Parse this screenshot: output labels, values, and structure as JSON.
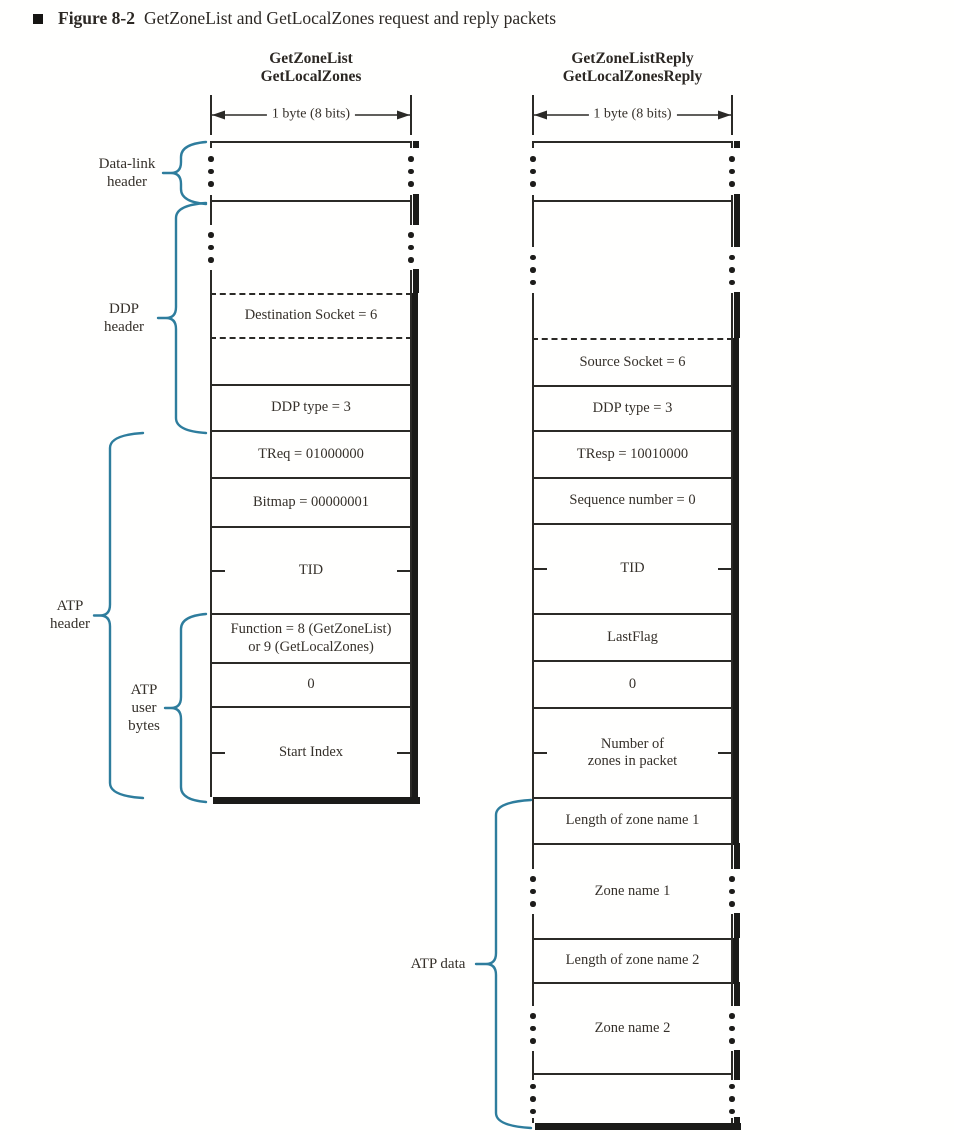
{
  "figure": {
    "label": "Figure 8-2",
    "caption": "GetZoneList and GetLocalZones request and reply packets"
  },
  "colors": {
    "brace": "#2e7d9d",
    "line": "#2b2a27",
    "text": "#35302a",
    "shadow": "#1b1b19"
  },
  "request_packet": {
    "title_line1": "GetZoneList",
    "title_line2": "GetLocalZones",
    "byte_label": "1 byte (8 bits)",
    "segments": [
      {
        "type": "var",
        "h": 57,
        "top": "none",
        "label": []
      },
      {
        "type": "var",
        "h": 93,
        "top": "solid",
        "label": []
      },
      {
        "type": "field",
        "h": 44,
        "top": "dashed",
        "label": [
          "Destination Socket = 6"
        ]
      },
      {
        "type": "field",
        "h": 47,
        "top": "dashed",
        "label": []
      },
      {
        "type": "field",
        "h": 46,
        "top": "solid",
        "label": [
          "DDP type = 3"
        ]
      },
      {
        "type": "field",
        "h": 47,
        "top": "solid",
        "label": [
          "TReq = 01000000"
        ]
      },
      {
        "type": "field",
        "h": 49,
        "top": "solid",
        "label": [
          "Bitmap = 00000001"
        ]
      },
      {
        "type": "field",
        "h": 87,
        "top": "solid",
        "ticks": true,
        "label": [
          "TID"
        ]
      },
      {
        "type": "field",
        "h": 49,
        "top": "solid",
        "label": [
          "Function = 8 (GetZoneList)",
          "or 9 (GetLocalZones)"
        ]
      },
      {
        "type": "field",
        "h": 44,
        "top": "solid",
        "label": [
          "0"
        ]
      },
      {
        "type": "field",
        "h": 91,
        "top": "solid",
        "ticks": true,
        "label": [
          "Start Index"
        ]
      }
    ]
  },
  "reply_packet": {
    "title_line1": "GetZoneListReply",
    "title_line2": "GetLocalZonesReply",
    "byte_label": "1 byte (8 bits)",
    "segments": [
      {
        "type": "var",
        "h": 57,
        "top": "none",
        "label": []
      },
      {
        "type": "var",
        "h": 138,
        "top": "solid",
        "label": []
      },
      {
        "type": "field",
        "h": 47,
        "top": "dashed",
        "label": [
          "Source Socket = 6"
        ]
      },
      {
        "type": "field",
        "h": 45,
        "top": "solid",
        "label": [
          "DDP type = 3"
        ]
      },
      {
        "type": "field",
        "h": 47,
        "top": "solid",
        "label": [
          "TResp = 10010000"
        ]
      },
      {
        "type": "field",
        "h": 46,
        "top": "solid",
        "label": [
          "Sequence number = 0"
        ]
      },
      {
        "type": "field",
        "h": 90,
        "top": "solid",
        "ticks": true,
        "label": [
          "TID"
        ]
      },
      {
        "type": "field",
        "h": 47,
        "top": "solid",
        "label": [
          "LastFlag"
        ]
      },
      {
        "type": "field",
        "h": 47,
        "top": "solid",
        "label": [
          "0"
        ]
      },
      {
        "type": "field",
        "h": 90,
        "top": "solid",
        "ticks": true,
        "label": [
          "Number of",
          "zones in packet"
        ]
      },
      {
        "type": "field",
        "h": 46,
        "top": "solid",
        "label": [
          "Length of zone name 1"
        ]
      },
      {
        "type": "var",
        "h": 95,
        "top": "solid",
        "label": [
          "Zone name 1"
        ]
      },
      {
        "type": "field",
        "h": 44,
        "top": "solid",
        "label": [
          "Length of zone name 2"
        ]
      },
      {
        "type": "var",
        "h": 91,
        "top": "solid",
        "label": [
          "Zone name 2"
        ]
      },
      {
        "type": "var",
        "h": 50,
        "top": "solid",
        "label": []
      }
    ]
  },
  "side_labels": [
    {
      "id": "data-link-header",
      "lines": [
        "Data-link",
        "header"
      ]
    },
    {
      "id": "ddp-header",
      "lines": [
        "DDP",
        "header"
      ]
    },
    {
      "id": "atp-header",
      "lines": [
        "ATP",
        "header"
      ]
    },
    {
      "id": "atp-user-bytes",
      "lines": [
        "ATP",
        "user",
        "bytes"
      ]
    },
    {
      "id": "atp-data",
      "lines": [
        "ATP data"
      ]
    }
  ]
}
